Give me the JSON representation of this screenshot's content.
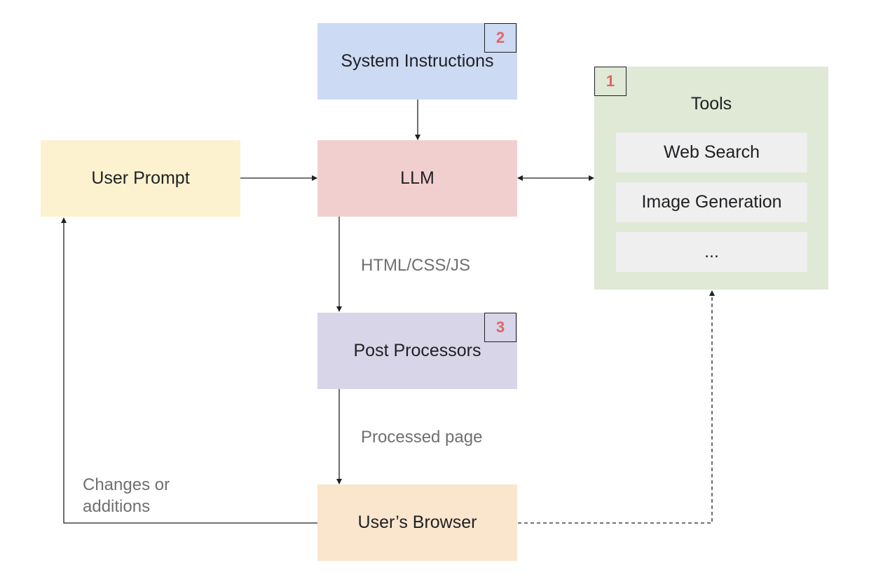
{
  "nodes": {
    "system_instructions": "System Instructions",
    "llm": "LLM",
    "user_prompt": "User Prompt",
    "post_processors": "Post Processors",
    "users_browser": "User’s Browser",
    "tools": {
      "title": "Tools",
      "items": [
        "Web Search",
        "Image Generation",
        "..."
      ]
    }
  },
  "badges": {
    "tools": "1",
    "system_instructions": "2",
    "post_processors": "3"
  },
  "edge_labels": {
    "llm_to_post": "HTML/CSS/JS",
    "post_to_browser": "Processed page",
    "browser_to_prompt": "Changes or additions"
  },
  "colors": {
    "system_instructions": "#cddaf4",
    "llm": "#f2cfcf",
    "user_prompt": "#fdf2cf",
    "post_processors": "#d8d5e8",
    "users_browser": "#fae6cd",
    "tools": "#dfe9d5",
    "badge_text": "#e06666"
  }
}
